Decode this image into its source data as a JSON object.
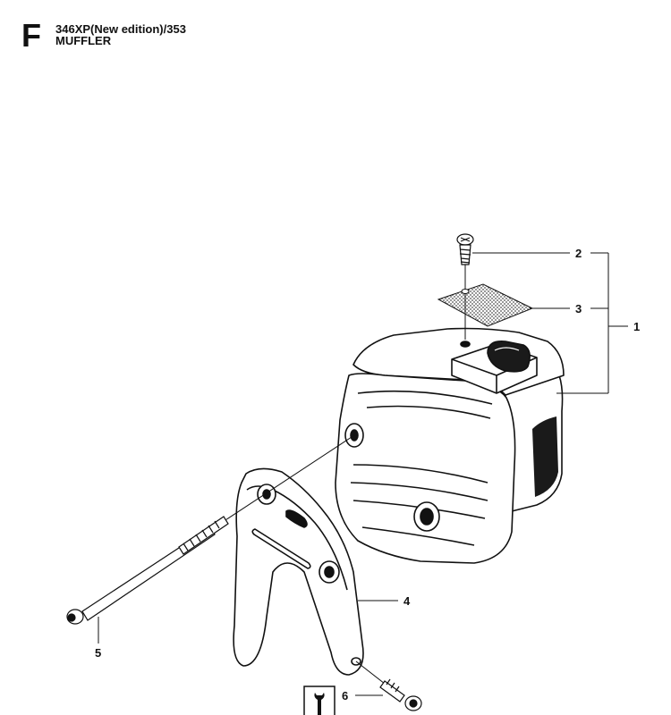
{
  "header": {
    "section_letter": "F",
    "model": "346XP(New edition)/353",
    "section_title": "MUFFLER"
  },
  "callouts": [
    {
      "id": "1",
      "label": "1"
    },
    {
      "id": "2",
      "label": "2"
    },
    {
      "id": "3",
      "label": "3"
    },
    {
      "id": "4",
      "label": "4"
    },
    {
      "id": "5",
      "label": "5"
    },
    {
      "id": "6",
      "label": "6"
    }
  ],
  "icons": {
    "tool_icon": "wrench-icon"
  }
}
